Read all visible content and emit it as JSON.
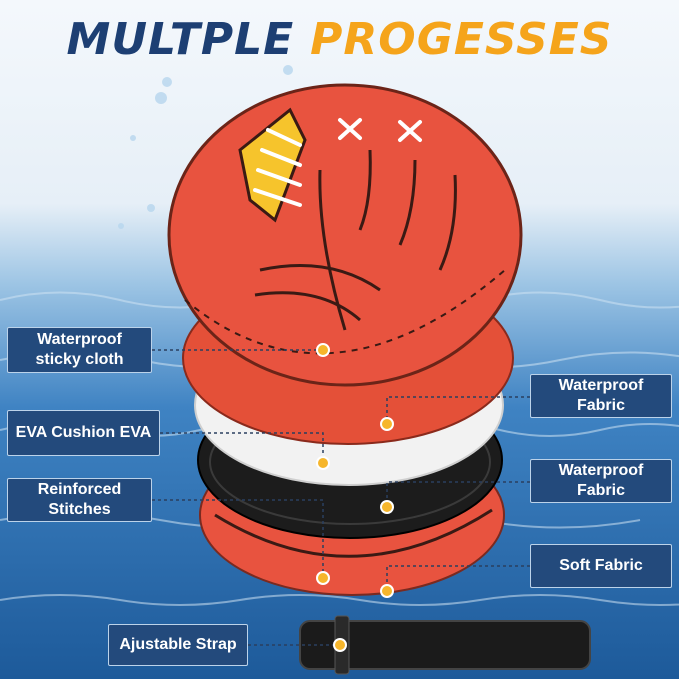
{
  "title": {
    "word1": "MULTPLE",
    "word2": "PROGESSES"
  },
  "labels": {
    "waterproof_sticky_cloth": "Waterproof sticky cloth",
    "eva_cushion": "EVA Cushion EVA",
    "reinforced_stitches": "Reinforced Stitches",
    "waterproof_fabric_1": "Waterproof Fabric",
    "waterproof_fabric_2": "Waterproof Fabric",
    "soft_fabric": "Soft Fabric",
    "adjustable_strap": "Ajustable Strap"
  },
  "colors": {
    "title_primary": "#1d3f73",
    "title_accent": "#f5a41b",
    "label_bg": "#234a7c",
    "glove_red": "#e8533f",
    "callout_dot": "#f6b62c"
  }
}
